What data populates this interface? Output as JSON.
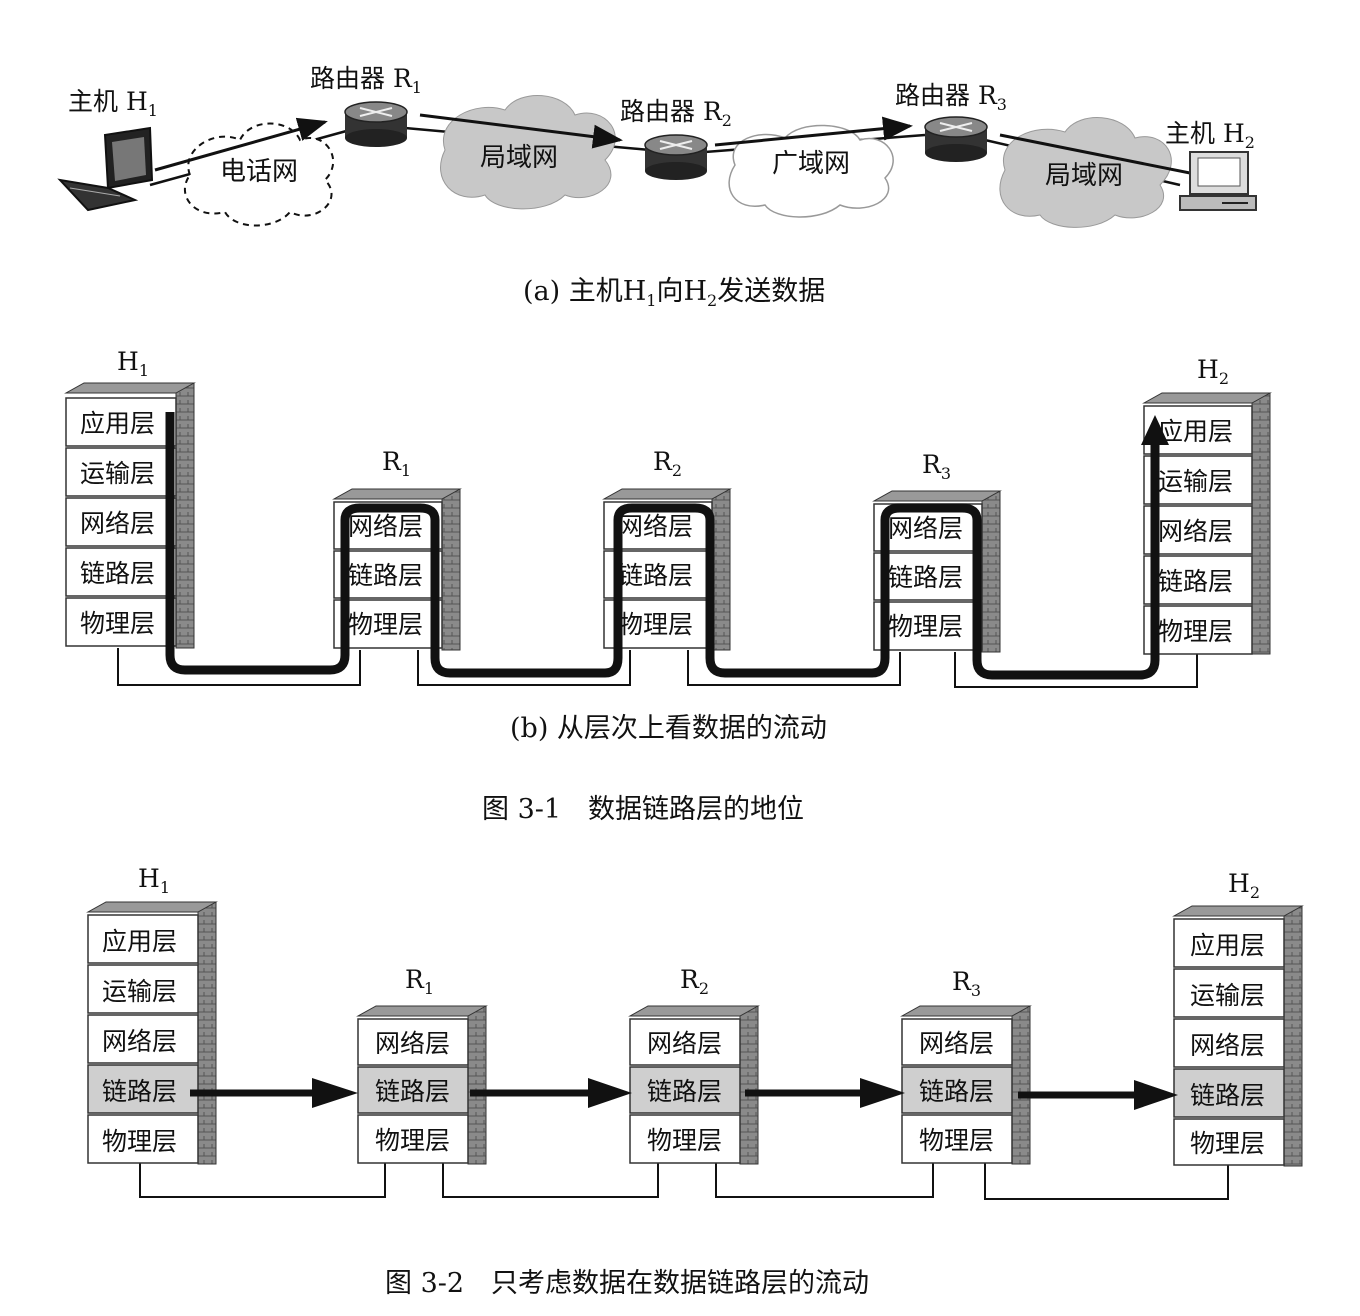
{
  "figure_top": {
    "hosts": {
      "h1": "主机 H",
      "h1_sub": "1",
      "h2": "主机 H",
      "h2_sub": "2"
    },
    "routers": [
      {
        "label": "路由器 R",
        "sub": "1"
      },
      {
        "label": "路由器 R",
        "sub": "2"
      },
      {
        "label": "路由器 R",
        "sub": "3"
      }
    ],
    "networks": [
      "电话网",
      "局域网",
      "广域网",
      "局域网"
    ],
    "caption": {
      "before": "(a) 主机H",
      "s1": "1",
      "mid": "向H",
      "s2": "2",
      "after": "发送数据"
    }
  },
  "figure_b": {
    "node_labels": [
      {
        "name": "H",
        "sub": "1"
      },
      {
        "name": "R",
        "sub": "1"
      },
      {
        "name": "R",
        "sub": "2"
      },
      {
        "name": "R",
        "sub": "3"
      },
      {
        "name": "H",
        "sub": "2"
      }
    ],
    "host_layers": [
      "应用层",
      "运输层",
      "网络层",
      "链路层",
      "物理层"
    ],
    "router_layers": [
      "网络层",
      "链路层",
      "物理层"
    ],
    "caption": "(b) 从层次上看数据的流动"
  },
  "figure_3_1_title": "图 3-1　数据链路层的地位",
  "figure_3_2": {
    "node_labels": [
      {
        "name": "H",
        "sub": "1"
      },
      {
        "name": "R",
        "sub": "1"
      },
      {
        "name": "R",
        "sub": "2"
      },
      {
        "name": "R",
        "sub": "3"
      },
      {
        "name": "H",
        "sub": "2"
      }
    ],
    "host_layers": [
      "应用层",
      "运输层",
      "网络层",
      "链路层",
      "物理层"
    ],
    "router_layers": [
      "网络层",
      "链路层",
      "物理层"
    ],
    "highlight_layer": "链路层",
    "title": "图 3-2　只考虑数据在数据链路层的流动"
  },
  "colors": {
    "line": "#111111",
    "cloud_fill": "#c8c8c8",
    "highlight_fill": "#cfcfcf",
    "box_fill": "#ffffff",
    "side_fill": "#8a8a8a"
  }
}
